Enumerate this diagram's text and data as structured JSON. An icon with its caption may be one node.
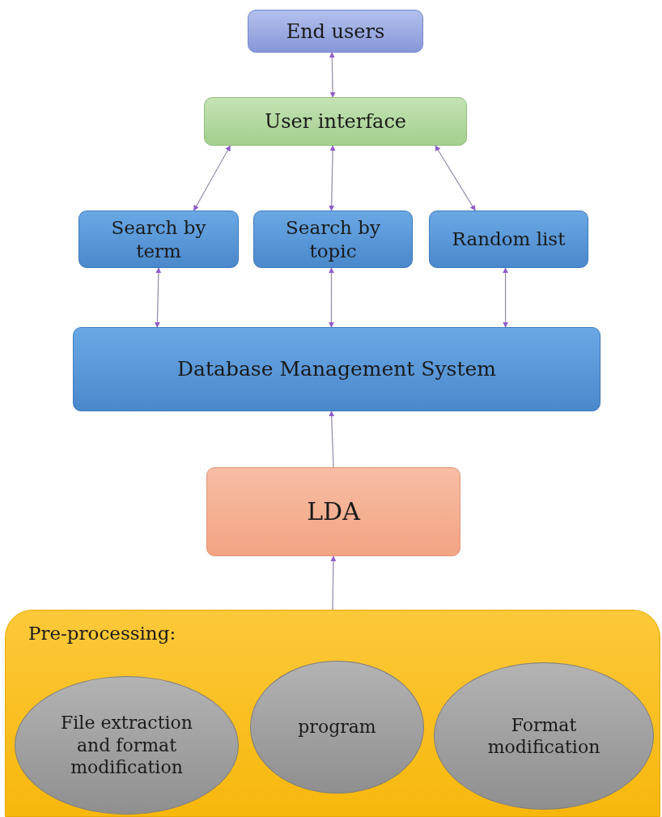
{
  "diagram": {
    "nodes": [
      {
        "text": [
          "End users"
        ]
      },
      {
        "text": [
          "User interface"
        ]
      },
      {
        "text": [
          "Search by term"
        ]
      },
      {
        "text": [
          "Search by topic"
        ]
      },
      {
        "text": [
          "Random list"
        ]
      },
      {
        "text": [
          "Database Management System"
        ]
      },
      {
        "text": [
          "LDA"
        ]
      },
      {
        "text": [
          "Pre-processing:"
        ]
      },
      {
        "text": [
          "File extraction and format modification"
        ],
        "in": 7
      },
      {
        "text": [
          "program"
        ],
        "in": 7
      },
      {
        "text": [
          "Format modification"
        ],
        "in": 7
      }
    ],
    "edges": [
      {
        "from": 0,
        "to": 1,
        "arrow": "both"
      },
      {
        "from": 1,
        "to": 2,
        "arrow": "both"
      },
      {
        "from": 1,
        "to": 3,
        "arrow": "both"
      },
      {
        "from": 1,
        "to": 4,
        "arrow": "both"
      },
      {
        "from": 2,
        "to": 5,
        "arrow": "both"
      },
      {
        "from": 3,
        "to": 5,
        "arrow": "both"
      },
      {
        "from": 4,
        "to": 5,
        "arrow": "both"
      },
      {
        "from": 6,
        "to": 5,
        "arrow": "to"
      },
      {
        "from": 7,
        "to": 6,
        "arrow": "to"
      }
    ]
  }
}
